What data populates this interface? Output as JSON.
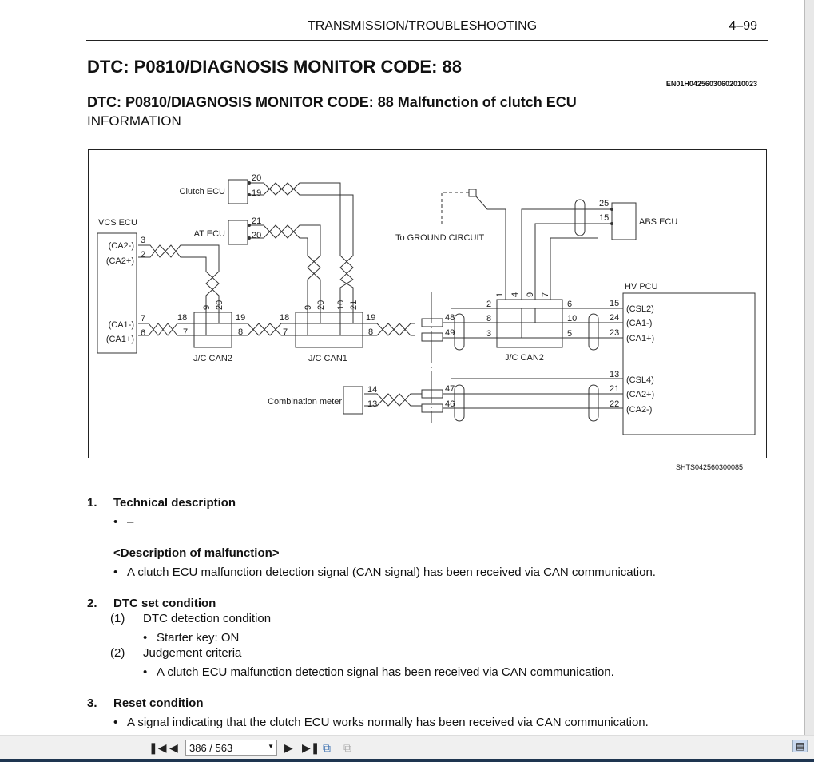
{
  "header": {
    "section": "TRANSMISSION/TROUBLESHOOTING",
    "page_number": "4–99"
  },
  "title": "DTC: P0810/DIAGNOSIS MONITOR CODE: 88",
  "doc_code": "EN01H04256030602010023",
  "subtitle": "DTC: P0810/DIAGNOSIS MONITOR CODE: 88 Malfunction of clutch ECU",
  "info_label": "INFORMATION",
  "diagram": {
    "figure_id": "SHTS042560300085",
    "labels": {
      "clutch_ecu": "Clutch ECU",
      "clutch_p20": "20",
      "clutch_p19": "19",
      "at_ecu": "AT ECU",
      "at_p21": "21",
      "at_p20": "20",
      "vcs_ecu": "VCS ECU",
      "vcs_ca2m": "(CA2-)",
      "vcs_p3": "3",
      "vcs_ca2p": "(CA2+)",
      "vcs_p2": "2",
      "vcs_ca1m": "(CA1-)",
      "vcs_p7": "7",
      "vcs_ca1p": "(CA1+)",
      "vcs_p6": "6",
      "jc2a_p9": "9",
      "jc2a_p20": "20",
      "jc2a_p18": "18",
      "jc2a_p19": "19",
      "jc2a_p7": "7",
      "jc2a_p8": "8",
      "jc2a": "J/C CAN2",
      "jc1_p9": "9",
      "jc1_p20": "20",
      "jc1_p10": "10",
      "jc1_p21": "21",
      "jc1_p18": "18",
      "jc1_p19": "19",
      "jc1_p7": "7",
      "jc1_p8": "8",
      "jc1": "J/C CAN1",
      "ground": "To GROUND CIRCUIT",
      "c48": "48",
      "c49": "49",
      "c47": "47",
      "c46": "46",
      "meter": "Combination meter",
      "meter_p14": "14",
      "meter_p13": "13",
      "jc2b_p1": "1",
      "jc2b_p4": "4",
      "jc2b_p9": "9",
      "jc2b_p7": "7",
      "jc2b_p2": "2",
      "jc2b_p8": "8",
      "jc2b_p3": "3",
      "jc2b_p6": "6",
      "jc2b_p10": "10",
      "jc2b_p5": "5",
      "jc2b": "J/C CAN2",
      "abs_p25": "25",
      "abs_p15": "15",
      "abs_ecu": "ABS ECU",
      "hv_pcu": "HV PCU",
      "hv_p15": "15",
      "hv_csl2": "(CSL2)",
      "hv_p24": "24",
      "hv_ca1m": "(CA1-)",
      "hv_p23": "23",
      "hv_ca1p": "(CA1+)",
      "hv_p13": "13",
      "hv_csl4": "(CSL4)",
      "hv_p21": "21",
      "hv_ca2p": "(CA2+)",
      "hv_p22": "22",
      "hv_ca2m": "(CA2-)"
    }
  },
  "sections": [
    {
      "num": "1.",
      "title": "Technical description",
      "bullet": "–",
      "sub_heading": "<Description of malfunction>",
      "sub_bullet": "A clutch ECU malfunction detection signal (CAN signal) has been received via CAN communication."
    },
    {
      "num": "2.",
      "title": "DTC set condition",
      "items": [
        {
          "num": "(1)",
          "label": "DTC detection condition",
          "bullet": "Starter key: ON"
        },
        {
          "num": "(2)",
          "label": "Judgement criteria",
          "bullet": "A clutch ECU malfunction detection signal has been received via CAN communication."
        }
      ]
    },
    {
      "num": "3.",
      "title": "Reset condition",
      "bullet": "A signal indicating that the clutch ECU works normally has been received via CAN communication."
    }
  ],
  "viewer": {
    "page_field": "386 / 563",
    "bullet_char": "•"
  }
}
